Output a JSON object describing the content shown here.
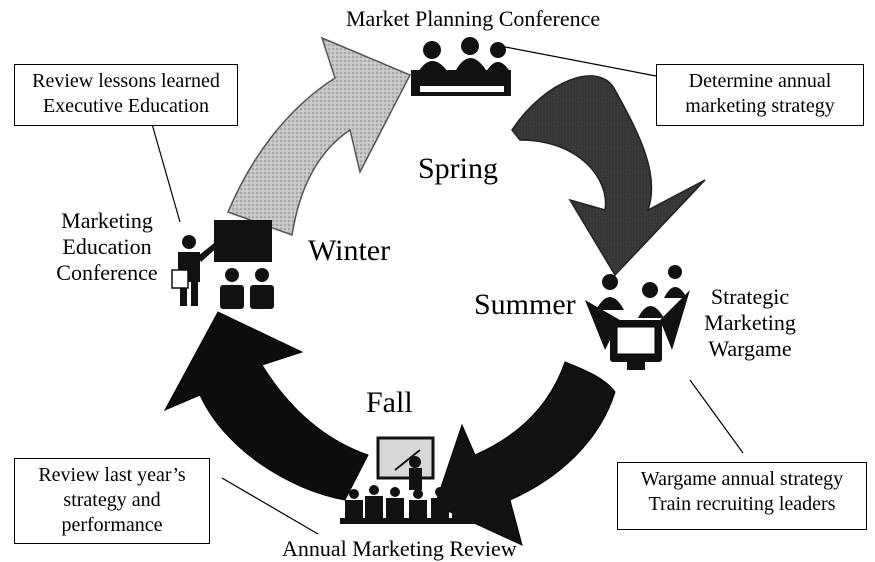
{
  "seasons": {
    "spring": "Spring",
    "summer": "Summer",
    "fall": "Fall",
    "winter": "Winter"
  },
  "events": {
    "spring": "Market Planning Conference",
    "summer": [
      "Strategic",
      "Marketing",
      "Wargame"
    ],
    "fall": "Annual Marketing Review",
    "winter": [
      "Marketing",
      "Education",
      "Conference"
    ]
  },
  "callouts": {
    "spring": [
      "Determine annual",
      "marketing strategy"
    ],
    "summer": [
      "Wargame annual strategy",
      "Train recruiting leaders"
    ],
    "fall": [
      "Review last year’s",
      "strategy and",
      "performance"
    ],
    "winter": [
      "Review lessons learned",
      "Executive Education"
    ]
  },
  "colors": {
    "arrow_winter_spring": "#bdbdbd",
    "arrow_spring_summer": "#3a3a3a",
    "arrow_summer_fall": "#111111",
    "arrow_fall_winter": "#0d0d0d",
    "ink": "#000000"
  },
  "icons": [
    "meeting-people-icon",
    "wargame-computer-icon",
    "presentation-audience-icon",
    "teacher-blackboard-icon"
  ]
}
